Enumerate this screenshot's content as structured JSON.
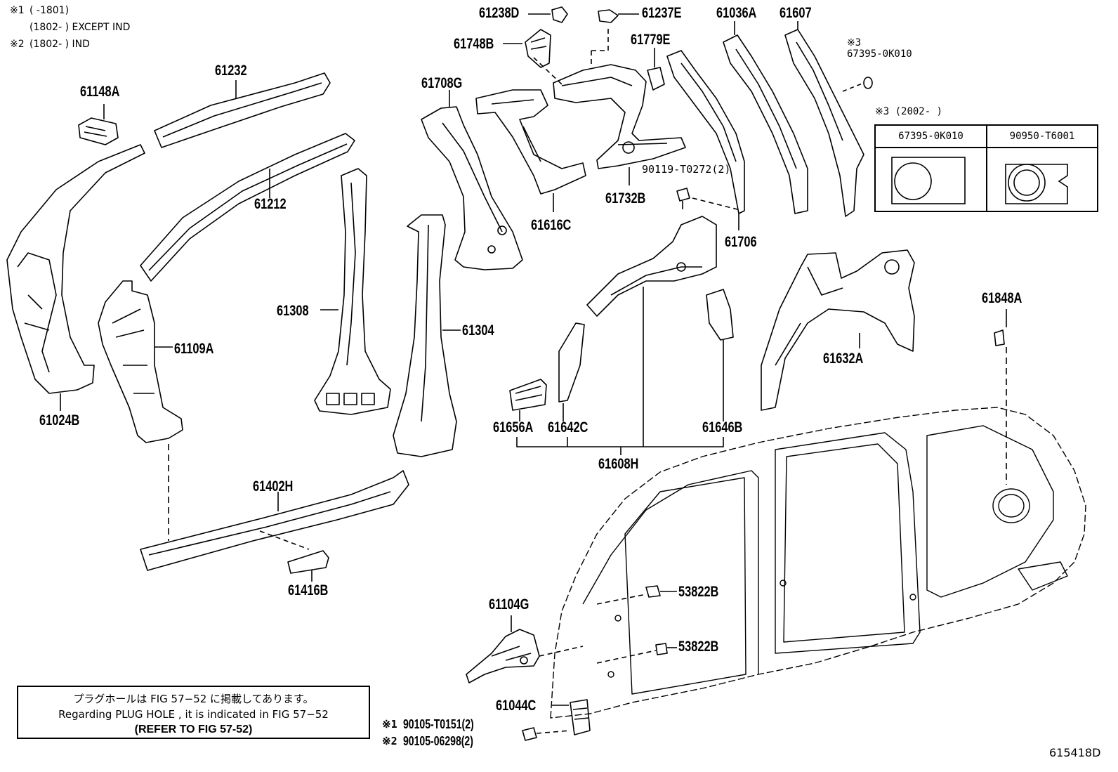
{
  "footnotes": {
    "n1_mark": "※1",
    "n1_range": "(      -1801)",
    "n1b_range": "(1802-      ) EXCEPT IND",
    "n2_mark": "※2",
    "n2_range": "(1802-      ) IND",
    "n3_mark": "※3",
    "n3_range": "※3 (2002-      )"
  },
  "parts": {
    "p61238D": "61238D",
    "p61237E": "61237E",
    "p61036A": "61036A",
    "p61607": "61607",
    "p67395_0K010": "67395-0K010",
    "p61748B": "61748B",
    "p61779E": "61779E",
    "p61232": "61232",
    "p61148A": "61148A",
    "p61708G": "61708G",
    "p61212": "61212",
    "p90119_T0272": "90119-T0272(2)",
    "p61732B": "61732B",
    "p61616C": "61616C",
    "p61706": "61706",
    "p61308": "61308",
    "p61304": "61304",
    "p61109A": "61109A",
    "p61848A": "61848A",
    "p61632A": "61632A",
    "p61024B": "61024B",
    "p61656A": "61656A",
    "p61642C": "61642C",
    "p61646B": "61646B",
    "p61608H": "61608H",
    "p61402H": "61402H",
    "p61416B": "61416B",
    "p53822B_a": "53822B",
    "p53822B_b": "53822B",
    "p61104G": "61104G",
    "p61044C": "61044C",
    "p90105_T0151": "90105-T0151(2)",
    "p90105_06298": "90105-06298(2)"
  },
  "plug_table": {
    "col1": "67395-0K010",
    "col2": "90950-T6001"
  },
  "note": {
    "line1": "プラグホールは FIG 57−52 に掲載してあります。",
    "line2": "Regarding  PLUG  HOLE , it is indicated in  FIG  57−52",
    "line3": "(REFER TO FIG 57-52)"
  },
  "diagram_code": "615418D"
}
